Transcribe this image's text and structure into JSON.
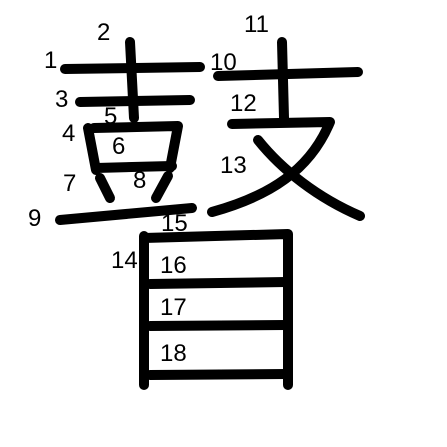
{
  "character": "瞽",
  "stroke_numbers": [
    "1",
    "2",
    "3",
    "4",
    "5",
    "6",
    "7",
    "8",
    "9",
    "10",
    "11",
    "12",
    "13",
    "14",
    "15",
    "16",
    "17",
    "18"
  ],
  "colors": {
    "background": "#ffffff",
    "ink": "#000000"
  }
}
